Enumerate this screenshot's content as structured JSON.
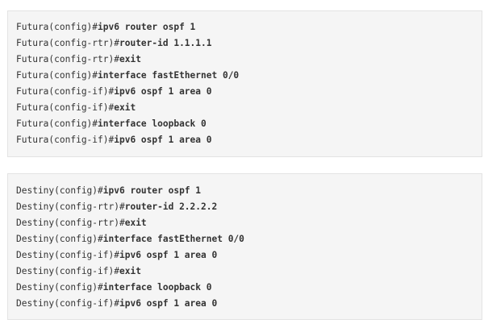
{
  "blocks": [
    {
      "lines": [
        {
          "prompt": "Futura(config)#",
          "command": "ipv6 router ospf 1"
        },
        {
          "prompt": "Futura(config-rtr)#",
          "command": "router-id 1.1.1.1"
        },
        {
          "prompt": "Futura(config-rtr)#",
          "command": "exit"
        },
        {
          "prompt": "Futura(config)#",
          "command": "interface fastEthernet 0/0"
        },
        {
          "prompt": "Futura(config-if)#",
          "command": "ipv6 ospf 1 area 0"
        },
        {
          "prompt": "Futura(config-if)#",
          "command": "exit"
        },
        {
          "prompt": "Futura(config)#",
          "command": "interface loopback 0"
        },
        {
          "prompt": "Futura(config-if)#",
          "command": "ipv6 ospf 1 area 0"
        }
      ]
    },
    {
      "lines": [
        {
          "prompt": "Destiny(config)#",
          "command": "ipv6 router ospf 1"
        },
        {
          "prompt": "Destiny(config-rtr)#",
          "command": "router-id 2.2.2.2"
        },
        {
          "prompt": "Destiny(config-rtr)#",
          "command": "exit"
        },
        {
          "prompt": "Destiny(config)#",
          "command": "interface fastEthernet 0/0"
        },
        {
          "prompt": "Destiny(config-if)#",
          "command": "ipv6 ospf 1 area 0"
        },
        {
          "prompt": "Destiny(config-if)#",
          "command": "exit"
        },
        {
          "prompt": "Destiny(config)#",
          "command": "interface loopback 0"
        },
        {
          "prompt": "Destiny(config-if)#",
          "command": "ipv6 ospf 1 area 0"
        }
      ]
    }
  ]
}
